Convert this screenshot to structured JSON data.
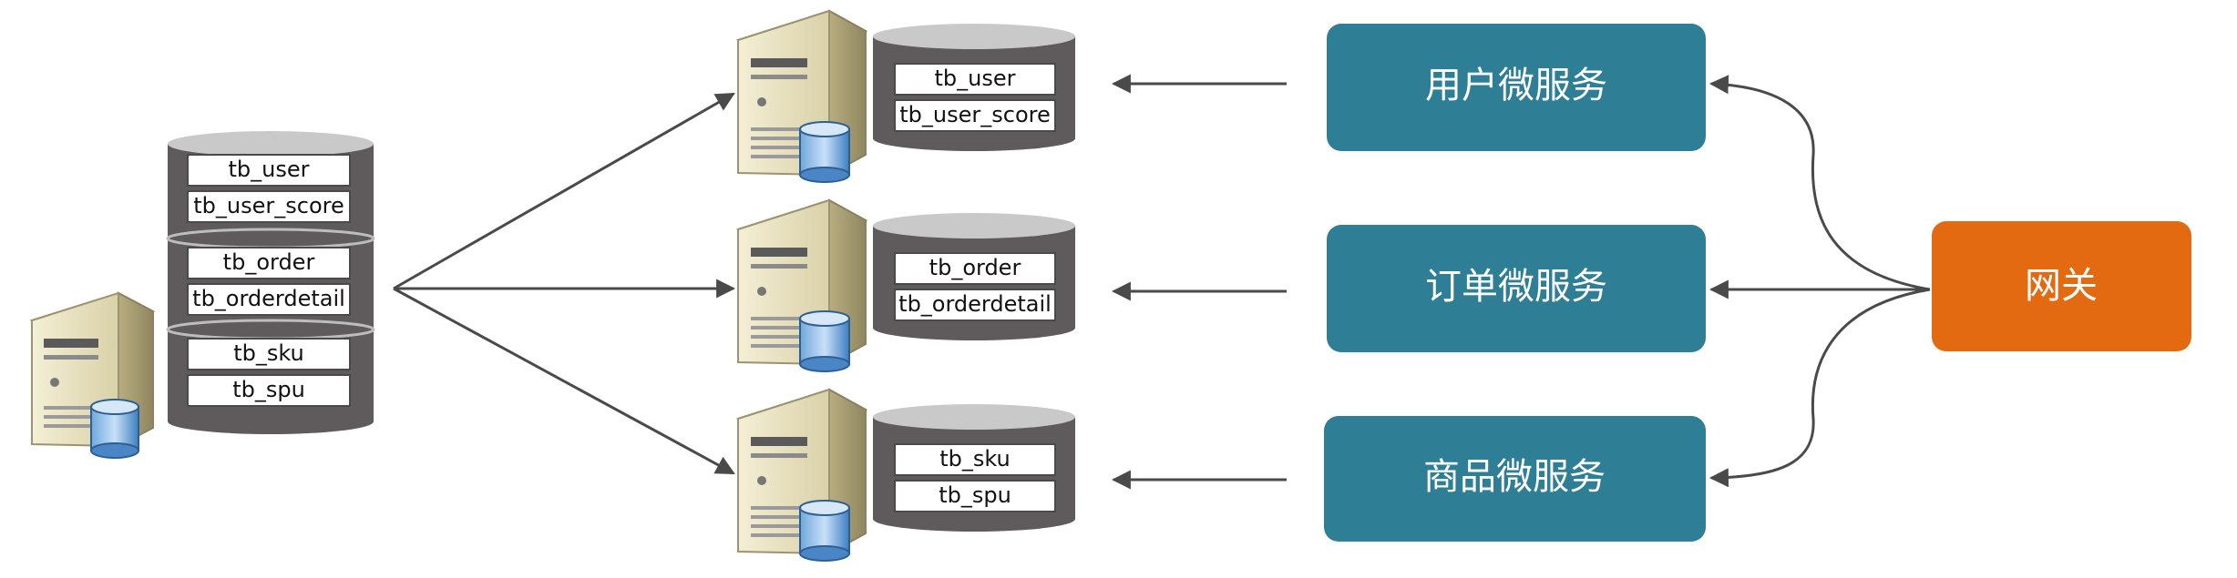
{
  "monolith": {
    "groups": [
      {
        "tables": [
          "tb_user",
          "tb_user_score"
        ]
      },
      {
        "tables": [
          "tb_order",
          "tb_orderdetail"
        ]
      },
      {
        "tables": [
          "tb_sku",
          "tb_spu"
        ]
      }
    ]
  },
  "split_databases": [
    {
      "tables": [
        "tb_user",
        "tb_user_score"
      ]
    },
    {
      "tables": [
        "tb_order",
        "tb_orderdetail"
      ]
    },
    {
      "tables": [
        "tb_sku",
        "tb_spu"
      ]
    }
  ],
  "services": [
    {
      "label": "用户微服务"
    },
    {
      "label": "订单微服务"
    },
    {
      "label": "商品微服务"
    }
  ],
  "gateway": {
    "label": "网关"
  },
  "colors": {
    "service": "#2e7e96",
    "gateway": "#e46a12",
    "arrow": "#4a4a4a",
    "cylinder": "#5f5a5b",
    "cylinder_top": "#c9c9c9",
    "server": "#eee8c8"
  }
}
